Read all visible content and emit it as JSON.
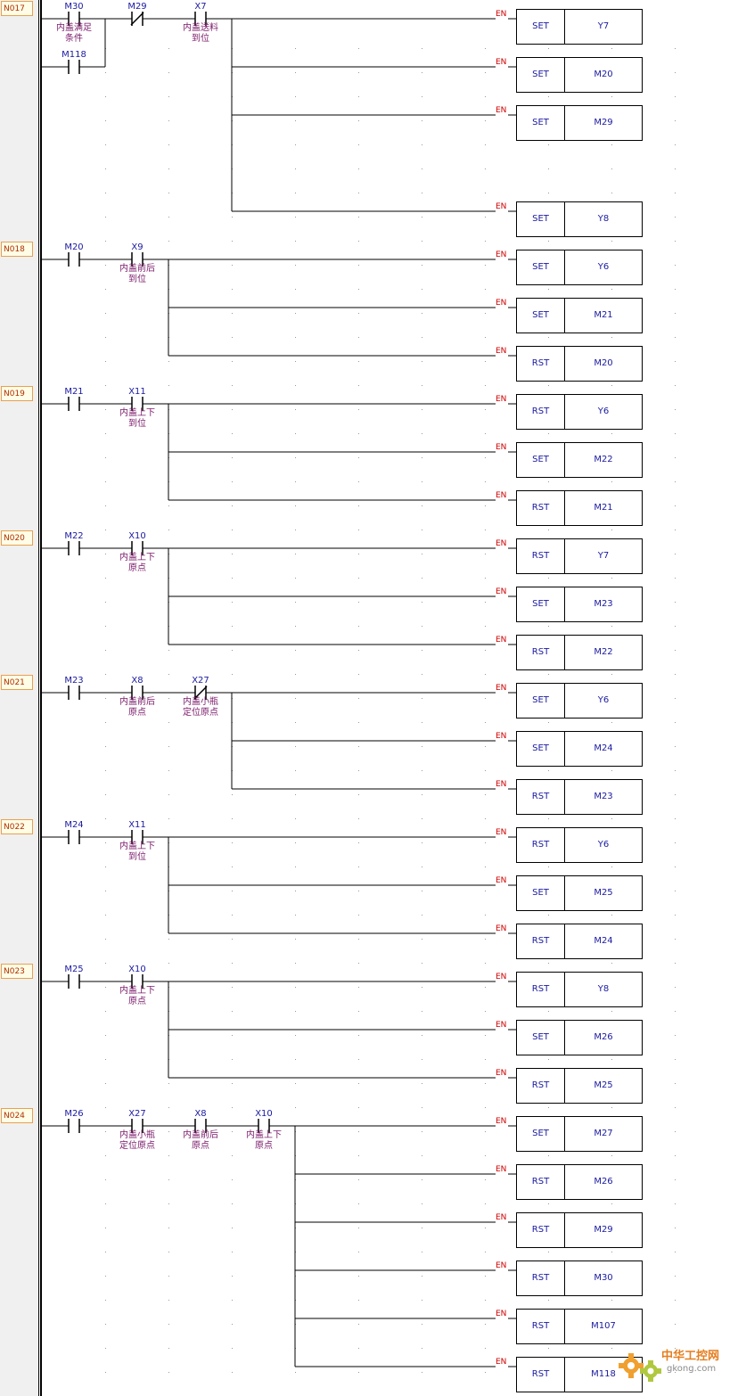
{
  "networks": [
    {
      "label": "N017",
      "rows": 5,
      "contacts": [
        {
          "name": "M30",
          "comment": [
            "内盖满足",
            "条件"
          ],
          "type": "no"
        },
        {
          "name": "M29",
          "comment": [],
          "type": "nc"
        },
        {
          "name": "X7",
          "comment": [
            "内盖送料",
            "到位"
          ],
          "type": "no"
        }
      ],
      "parallel": {
        "name": "M118"
      },
      "outputs": [
        {
          "op": "SET",
          "arg": "Y7"
        },
        {
          "op": "SET",
          "arg": "M20"
        },
        {
          "op": "SET",
          "arg": "M29"
        },
        {
          "op": "SET",
          "arg": "Y8"
        }
      ]
    },
    {
      "label": "N018",
      "rows": 3,
      "contacts": [
        {
          "name": "M20",
          "comment": [],
          "type": "no"
        },
        {
          "name": "X9",
          "comment": [
            "内盖前后",
            "到位"
          ],
          "type": "no"
        }
      ],
      "outputs": [
        {
          "op": "SET",
          "arg": "Y6"
        },
        {
          "op": "SET",
          "arg": "M21"
        },
        {
          "op": "RST",
          "arg": "M20"
        }
      ]
    },
    {
      "label": "N019",
      "rows": 3,
      "contacts": [
        {
          "name": "M21",
          "comment": [],
          "type": "no"
        },
        {
          "name": "X11",
          "comment": [
            "内盖上下",
            "到位"
          ],
          "type": "no"
        }
      ],
      "outputs": [
        {
          "op": "RST",
          "arg": "Y6"
        },
        {
          "op": "SET",
          "arg": "M22"
        },
        {
          "op": "RST",
          "arg": "M21"
        }
      ]
    },
    {
      "label": "N020",
      "rows": 3,
      "contacts": [
        {
          "name": "M22",
          "comment": [],
          "type": "no"
        },
        {
          "name": "X10",
          "comment": [
            "内盖上下",
            "原点"
          ],
          "type": "no"
        }
      ],
      "outputs": [
        {
          "op": "RST",
          "arg": "Y7"
        },
        {
          "op": "SET",
          "arg": "M23"
        },
        {
          "op": "RST",
          "arg": "M22"
        }
      ]
    },
    {
      "label": "N021",
      "rows": 3,
      "contacts": [
        {
          "name": "M23",
          "comment": [],
          "type": "no"
        },
        {
          "name": "X8",
          "comment": [
            "内盖前后",
            "原点"
          ],
          "type": "no"
        },
        {
          "name": "X27",
          "comment": [
            "内盖小瓶",
            "定位原点"
          ],
          "type": "nc"
        }
      ],
      "outputs": [
        {
          "op": "SET",
          "arg": "Y6"
        },
        {
          "op": "SET",
          "arg": "M24"
        },
        {
          "op": "RST",
          "arg": "M23"
        }
      ]
    },
    {
      "label": "N022",
      "rows": 3,
      "contacts": [
        {
          "name": "M24",
          "comment": [],
          "type": "no"
        },
        {
          "name": "X11",
          "comment": [
            "内盖上下",
            "到位"
          ],
          "type": "no"
        }
      ],
      "outputs": [
        {
          "op": "RST",
          "arg": "Y6"
        },
        {
          "op": "SET",
          "arg": "M25"
        },
        {
          "op": "RST",
          "arg": "M24"
        }
      ]
    },
    {
      "label": "N023",
      "rows": 3,
      "contacts": [
        {
          "name": "M25",
          "comment": [],
          "type": "no"
        },
        {
          "name": "X10",
          "comment": [
            "内盖上下",
            "原点"
          ],
          "type": "no"
        }
      ],
      "outputs": [
        {
          "op": "RST",
          "arg": "Y8"
        },
        {
          "op": "SET",
          "arg": "M26"
        },
        {
          "op": "RST",
          "arg": "M25"
        }
      ]
    },
    {
      "label": "N024",
      "rows": 6,
      "contacts": [
        {
          "name": "M26",
          "comment": [],
          "type": "no"
        },
        {
          "name": "X27",
          "comment": [
            "内盖小瓶",
            "定位原点"
          ],
          "type": "no"
        },
        {
          "name": "X8",
          "comment": [
            "内盖前后",
            "原点"
          ],
          "type": "no"
        },
        {
          "name": "X10",
          "comment": [
            "内盖上下",
            "原点"
          ],
          "type": "no"
        }
      ],
      "outputs": [
        {
          "op": "SET",
          "arg": "M27"
        },
        {
          "op": "RST",
          "arg": "M26"
        },
        {
          "op": "RST",
          "arg": "M29"
        },
        {
          "op": "RST",
          "arg": "M30"
        },
        {
          "op": "RST",
          "arg": "M107"
        },
        {
          "op": "RST",
          "arg": "M118"
        }
      ]
    }
  ],
  "en_label": "EN",
  "watermark": {
    "text1": "中华工控网",
    "text2": "gkong.com"
  },
  "colors": {
    "contact_name": "#1a1aa0",
    "comment": "#7a1a6a",
    "en": "#d00000",
    "label_bg": "#fffde6",
    "label_border": "#e8a050",
    "logo": "#e57e1e"
  }
}
